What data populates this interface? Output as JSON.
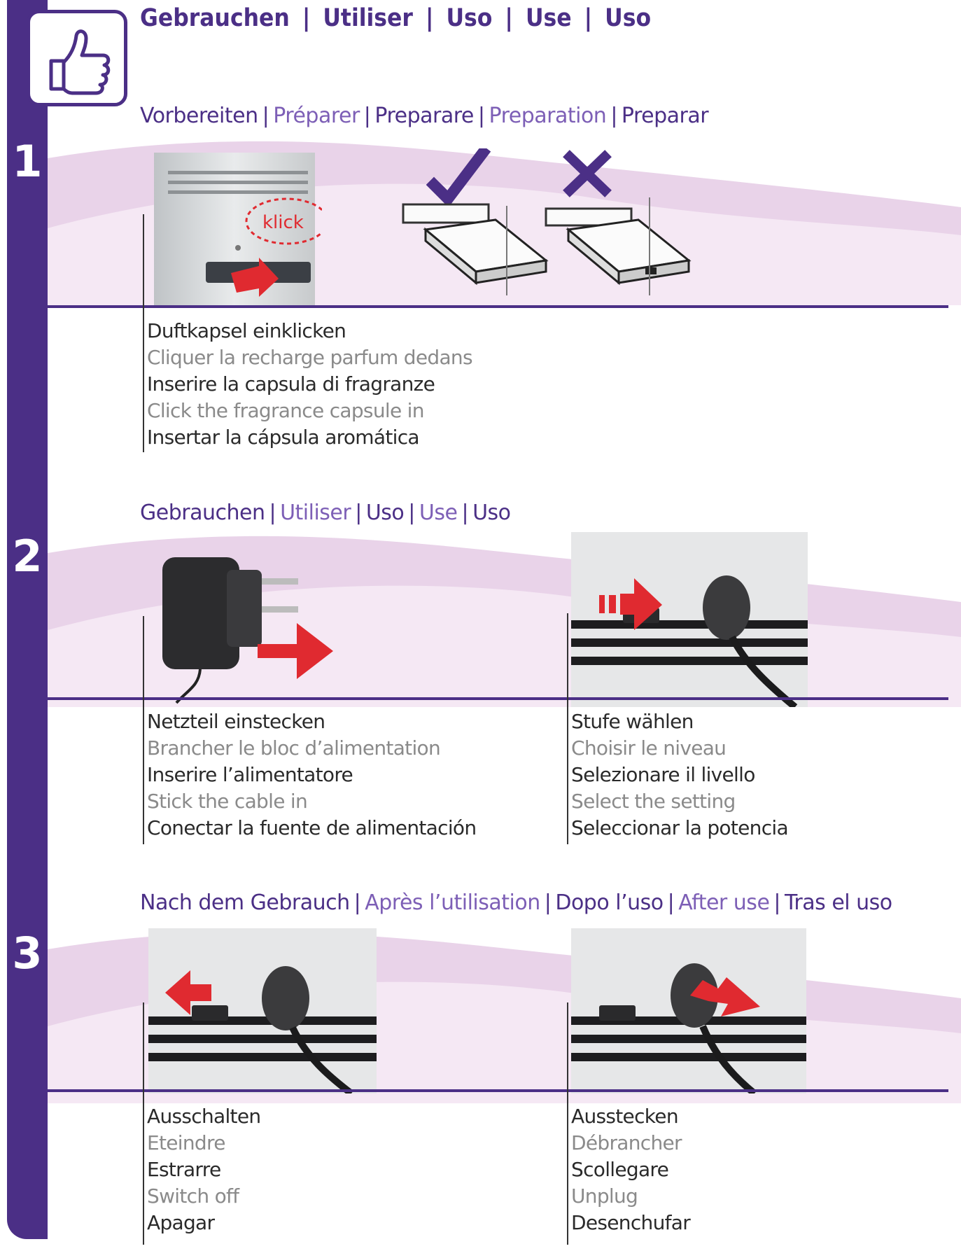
{
  "header": {
    "items": [
      "Gebrauchen",
      "Utiliser",
      "Uso",
      "Use",
      "Uso"
    ]
  },
  "steps": [
    {
      "number": "1",
      "heading": [
        "Vorbereiten",
        "Préparer",
        "Preparare",
        "Preparation",
        "Preparar"
      ],
      "callout": "klick",
      "captions": [
        [
          "Duftkapsel einklicken",
          "Cliquer la recharge parfum dedans",
          "Inserire la capsula di fragranze",
          "Click the fragrance capsule in",
          "Insertar la cápsula aromática"
        ]
      ]
    },
    {
      "number": "2",
      "heading": [
        "Gebrauchen",
        "Utiliser",
        "Uso",
        "Use",
        "Uso"
      ],
      "captions": [
        [
          "Netzteil einstecken",
          "Brancher le bloc d’alimentation",
          "Inserire l’alimentatore",
          "Stick the cable in",
          "Conectar la fuente de alimentación"
        ],
        [
          "Stufe wählen",
          "Choisir le niveau",
          "Selezionare il livello",
          "Select the setting",
          "Seleccionar la potencia"
        ]
      ]
    },
    {
      "number": "3",
      "heading": [
        "Nach dem Gebrauch",
        "Après l’utilisation",
        "Dopo l’uso",
        "After use",
        "Tras el uso"
      ],
      "captions": [
        [
          "Ausschalten",
          "Eteindre",
          "Estrarre",
          "Switch off",
          "Apagar"
        ],
        [
          "Ausstecken",
          "Débrancher",
          "Scollegare",
          "Unplug",
          "Desenchufar"
        ]
      ]
    }
  ],
  "colors": {
    "brand": "#4b2f86",
    "accent": "#e02a30",
    "band": "#e9d3e9"
  }
}
